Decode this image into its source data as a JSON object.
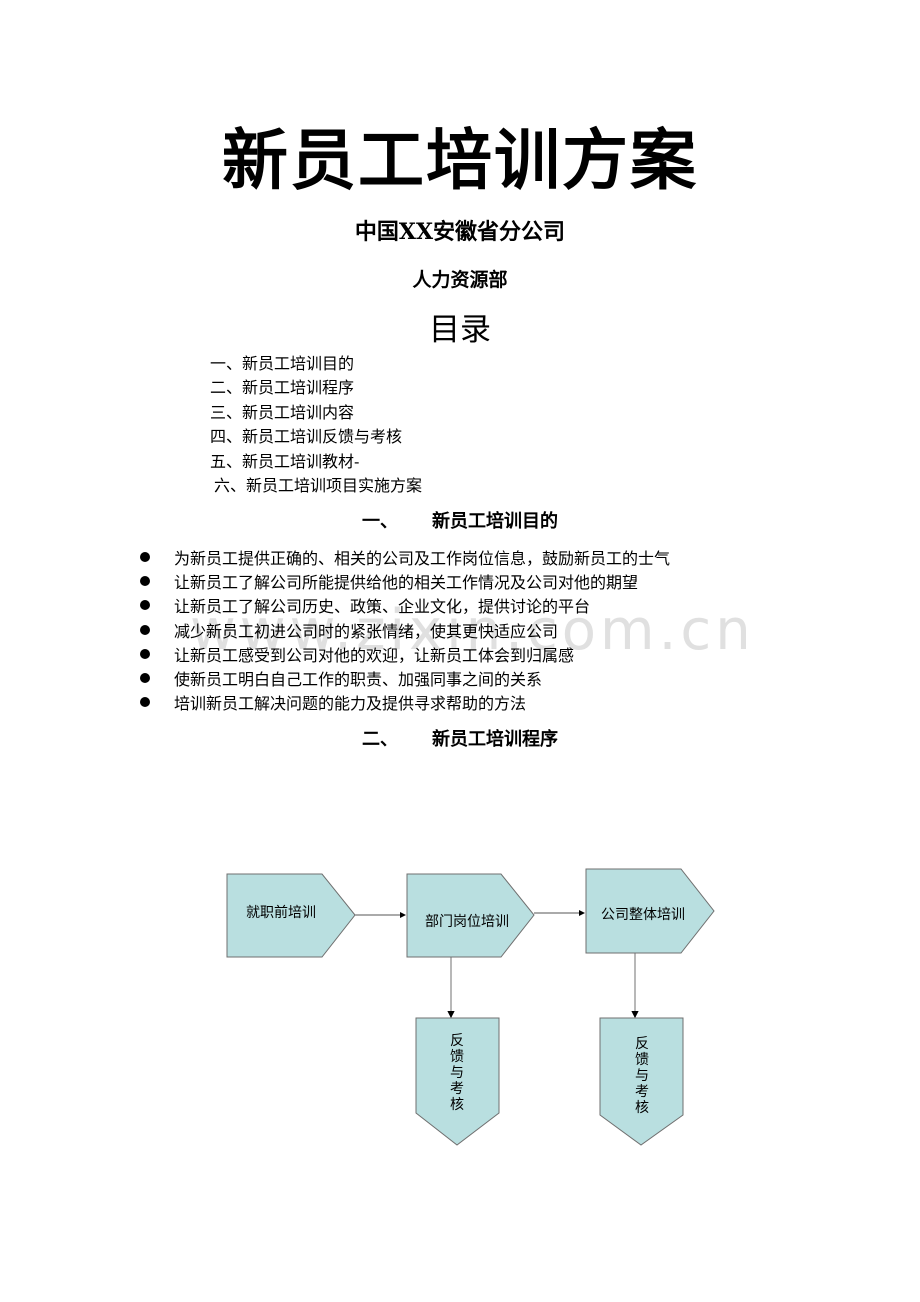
{
  "document": {
    "title": "新员工培训方案",
    "subtitle": "中国XX安徽省分公司",
    "department": "人力资源部",
    "watermark": "www.zixin.com.cn"
  },
  "toc": {
    "title": "目录",
    "items": [
      "一、新员工培训目的",
      "二、新员工培训程序",
      "三、新员工培训内容",
      "四、新员工培训反馈与考核",
      "五、新员工培训教材-",
      "六、新员工培训项目实施方案"
    ]
  },
  "section1": {
    "number": "一、",
    "title": "新员工培训目的",
    "bullets": [
      "为新员工提供正确的、相关的公司及工作岗位信息，鼓励新员工的士气",
      "让新员工了解公司所能提供给他的相关工作情况及公司对他的期望",
      "让新员工了解公司历史、政策、企业文化，提供讨论的平台",
      "减少新员工初进公司时的紧张情绪，使其更快适应公司",
      "让新员工感受到公司对他的欢迎，让新员工体会到归属感",
      "使新员工明白自己工作的职责、加强同事之间的关系",
      "培训新员工解决问题的能力及提供寻求帮助的方法"
    ]
  },
  "section2": {
    "number": "二、",
    "title": "新员工培训程序"
  },
  "flowchart": {
    "fill_color": "#b9dfe0",
    "stroke_color": "#6f6f6f",
    "steps": [
      {
        "label": "就职前培训"
      },
      {
        "label": "部门岗位培训"
      },
      {
        "label": "公司整体培训"
      }
    ],
    "feedback": [
      {
        "label": "反馈与考核",
        "chars": [
          "反",
          "馈",
          "与",
          "考",
          "核"
        ]
      },
      {
        "label": "反馈与考核",
        "chars": [
          "反",
          "馈",
          "与",
          "考",
          "核"
        ]
      }
    ]
  }
}
